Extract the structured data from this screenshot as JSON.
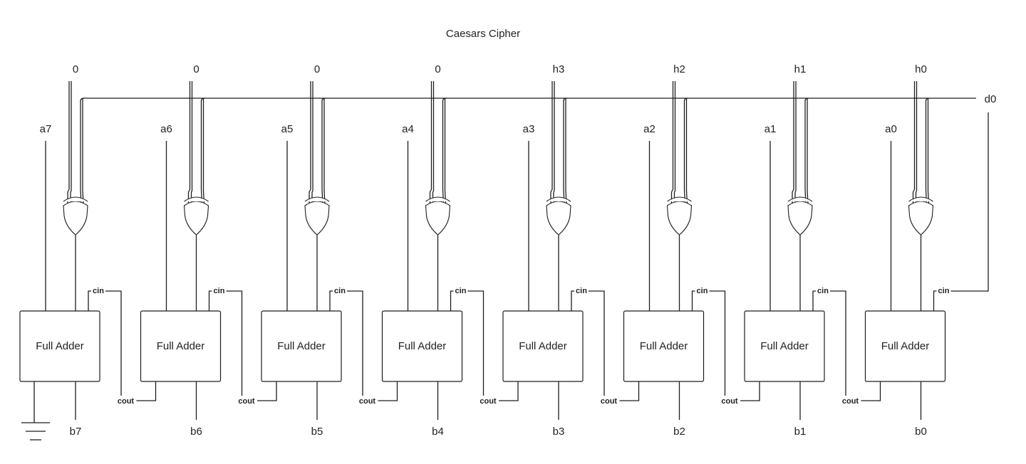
{
  "title": "Caesars Cipher",
  "shared_input": "d0",
  "carry_in_label": "cin",
  "carry_out_label": "cout",
  "stages": [
    {
      "xor_in": "0",
      "a": "a7",
      "adder": "Full Adder",
      "b": "b7"
    },
    {
      "xor_in": "0",
      "a": "a6",
      "adder": "Full Adder",
      "b": "b6"
    },
    {
      "xor_in": "0",
      "a": "a5",
      "adder": "Full Adder",
      "b": "b5"
    },
    {
      "xor_in": "0",
      "a": "a4",
      "adder": "Full Adder",
      "b": "b4"
    },
    {
      "xor_in": "h3",
      "a": "a3",
      "adder": "Full Adder",
      "b": "b3"
    },
    {
      "xor_in": "h2",
      "a": "a2",
      "adder": "Full Adder",
      "b": "b2"
    },
    {
      "xor_in": "h1",
      "a": "a1",
      "adder": "Full Adder",
      "b": "b1"
    },
    {
      "xor_in": "h0",
      "a": "a0",
      "adder": "Full Adder",
      "b": "b0"
    }
  ]
}
